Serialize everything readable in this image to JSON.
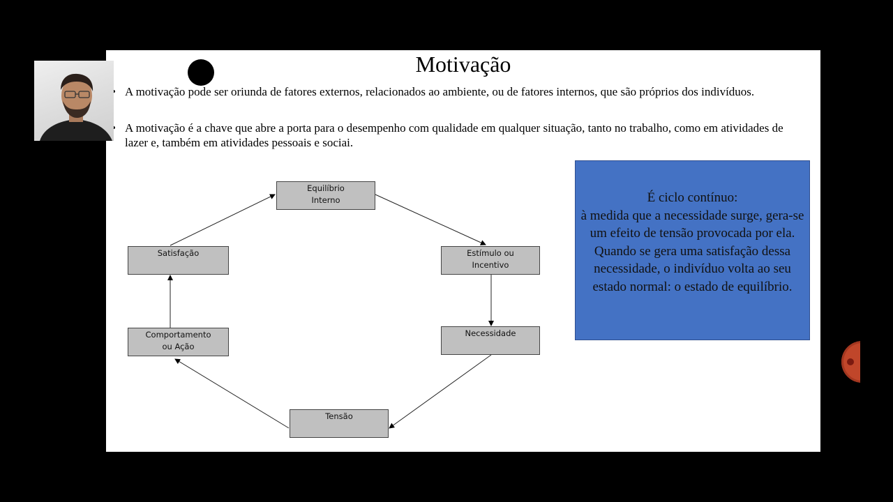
{
  "slide": {
    "title": "Motivação",
    "bullets": [
      "A motivação pode ser oriunda de fatores externos, relacionados ao ambiente, ou de fatores internos, que são próprios dos indivíduos.",
      "A motivação é a chave que abre a porta para o desempenho com qualidade em qualquer situação, tanto no trabalho, como em atividades de lazer e, também em atividades pessoais e sociai."
    ],
    "diagram": {
      "nodes": {
        "equilibrio": "Equilíbrio\nInterno",
        "estimulo": "Estímulo ou\nIncentivo",
        "necessidade": "Necessidade",
        "tensao": "Tensão",
        "comportamento": "Comportamento\nou Ação",
        "satisfacao": "Satisfação"
      }
    },
    "callout": "É ciclo contínuo:\n à medida que a necessidade surge, gera-se um efeito de tensão provocada por ela. Quando se gera uma satisfação dessa necessidade, o indivíduo volta ao seu estado normal: o estado de equilíbrio."
  },
  "colors": {
    "slide_background": "#ffffff",
    "frame_background": "#000000",
    "node_fill": "#c0c0c0",
    "callout_fill": "#4472c4"
  }
}
